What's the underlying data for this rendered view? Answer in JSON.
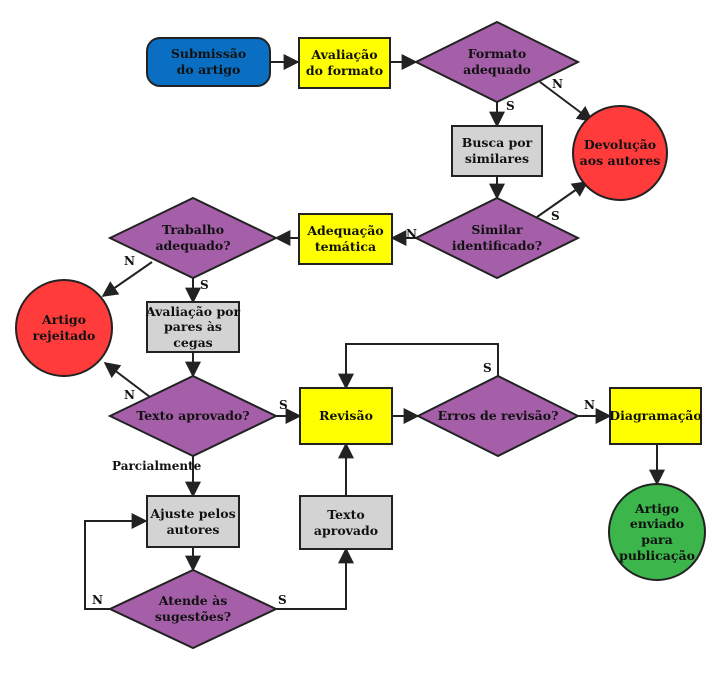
{
  "colors": {
    "start": "#0a6fc2",
    "process_yellow": "#ffff00",
    "process_gray": "#d3d3d3",
    "decision": "#a55fa8",
    "reject": "#ff3b3b",
    "end": "#3cb54a",
    "line": "#222222"
  },
  "nodes": {
    "submissao": "Submissão\ndo artigo",
    "avaliacao_formato": "Avaliação\ndo formato",
    "formato_adequado": "Formato\nadequado",
    "busca_similares": "Busca por\nsimilares",
    "devolucao": "Devolução\naos autores",
    "similar_identificado": "Similar\nidentificado?",
    "adequacao_tematica": "Adequação\ntemática",
    "trabalho_adequado": "Trabalho\nadequado?",
    "artigo_rejeitado": "Artigo\nrejeitado",
    "avaliacao_pares": "Avaliação por\npares às cegas",
    "texto_aprovado_q": "Texto aprovado?",
    "revisao": "Revisão",
    "erros_revisao": "Erros de revisão?",
    "diagramacao": "Diagramação",
    "artigo_enviado": "Artigo\nenviado\npara\npublicação",
    "ajuste_autores": "Ajuste pelos\nautores",
    "atende_sugestoes": "Atende às\nsugestões?",
    "texto_aprovado_box": "Texto\naprovado"
  },
  "edge_labels": {
    "formato_s": "S",
    "formato_n": "N",
    "similar_s": "S",
    "similar_n": "N",
    "trabalho_n": "N",
    "trabalho_s": "S",
    "texto_n": "N",
    "texto_s": "S",
    "texto_parcial": "Parcialmente",
    "erros_s": "S",
    "erros_n": "N",
    "atende_n": "N",
    "atende_s": "S"
  }
}
